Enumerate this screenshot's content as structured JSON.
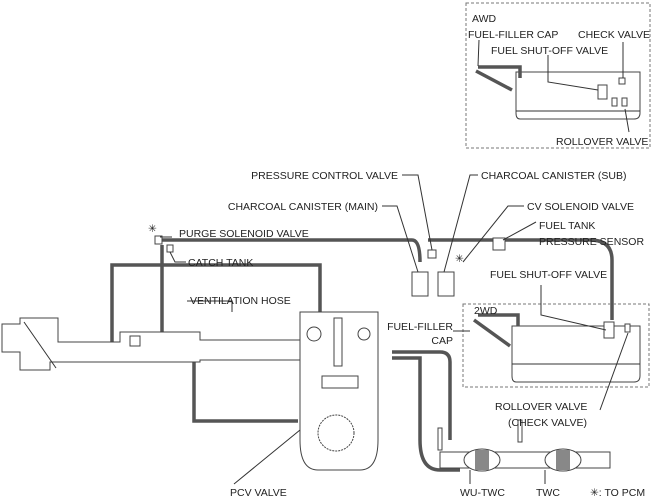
{
  "labels": {
    "awd": "AWD",
    "awd_fuel_filler_cap": "FUEL-FILLER CAP",
    "awd_check_valve": "CHECK VALVE",
    "awd_fuel_shutoff_valve": "FUEL SHUT-OFF VALVE",
    "awd_rollover_valve": "ROLLOVER VALVE",
    "pressure_control_valve": "PRESSURE CONTROL VALVE",
    "charcoal_canister_sub": "CHARCOAL CANISTER (SUB)",
    "charcoal_canister_main": "CHARCOAL CANISTER (MAIN)",
    "cv_solenoid_valve": "CV SOLENOID VALVE",
    "purge_solenoid_valve": "PURGE SOLENOID VALVE",
    "fuel_tank_pressure_sensor_1": "FUEL TANK",
    "fuel_tank_pressure_sensor_2": "PRESSURE SENSOR",
    "catch_tank": "CATCH TANK",
    "fuel_shutoff_valve": "FUEL SHUT-OFF VALVE",
    "ventilation_hose": "VENTILATION HOSE",
    "twowd": "2WD",
    "fuel_filler_cap_1": "FUEL-FILLER",
    "fuel_filler_cap_2": "CAP",
    "rollover_valve_1": "ROLLOVER VALVE",
    "rollover_valve_2": "(CHECK VALVE)",
    "pcv_valve": "PCV VALVE",
    "wu_twc": "WU-TWC",
    "twc": "TWC",
    "to_pcm": "✳: TO PCM",
    "pcm_mark": "✳"
  }
}
